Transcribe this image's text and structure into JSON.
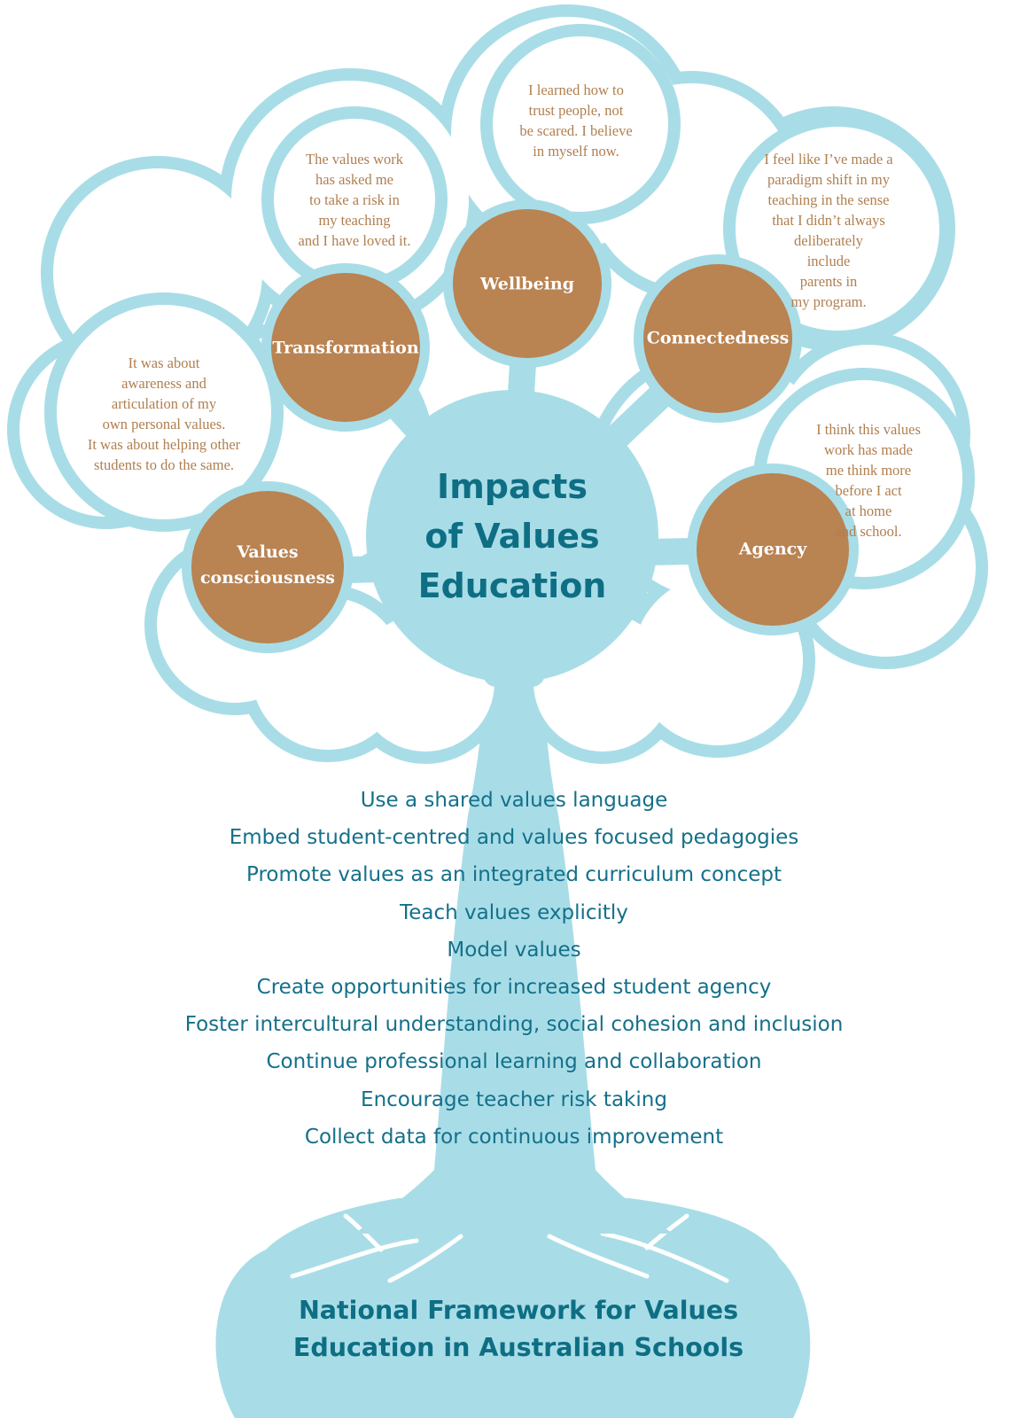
{
  "center_title": "Impacts\nof Values\nEducation",
  "impacts": [
    {
      "id": "transformation",
      "label": "Transformation"
    },
    {
      "id": "wellbeing",
      "label": "Wellbeing"
    },
    {
      "id": "connectedness",
      "label": "Connectedness"
    },
    {
      "id": "values-consciousness",
      "label": "Values\nconsciousness"
    },
    {
      "id": "agency",
      "label": "Agency"
    }
  ],
  "quotes": [
    {
      "id": "transformation",
      "text": "The values work\nhas asked me\nto take a risk in\nmy teaching\nand I have loved it."
    },
    {
      "id": "wellbeing",
      "text": "I learned how to\ntrust people, not\nbe scared. I believe\nin myself now."
    },
    {
      "id": "connectedness",
      "text": "I feel like I’ve made a\nparadigm shift in my\nteaching in the sense\nthat I didn’t always\ndeliberately\ninclude\nparents in\nmy program."
    },
    {
      "id": "values-consciousness",
      "text": "It was about\nawareness and\narticulation of my\nown personal values.\nIt was about helping other\nstudents to do the same."
    },
    {
      "id": "agency",
      "text": "I think this values\nwork has made\nme think more\nbefore I act\nat home\nand school."
    }
  ],
  "strategies": [
    "Use a shared values language",
    "Embed student-centred and values focused pedagogies",
    "Promote values as an integrated curriculum concept",
    "Teach values explicitly",
    "Model values",
    "Create opportunities for increased student agency",
    "Foster intercultural understanding, social cohesion and inclusion",
    "Continue professional learning and collaboration",
    "Encourage teacher risk taking",
    "Collect data for continuous improvement"
  ],
  "footer_title": "National Framework for Values\nEducation in Australian Schools",
  "colors": {
    "tree": "#a8dde7",
    "impact_circle": "#b98352",
    "quote_text": "#b07f4f",
    "title_text": "#0e6e84",
    "strategy_text": "#14708a"
  }
}
